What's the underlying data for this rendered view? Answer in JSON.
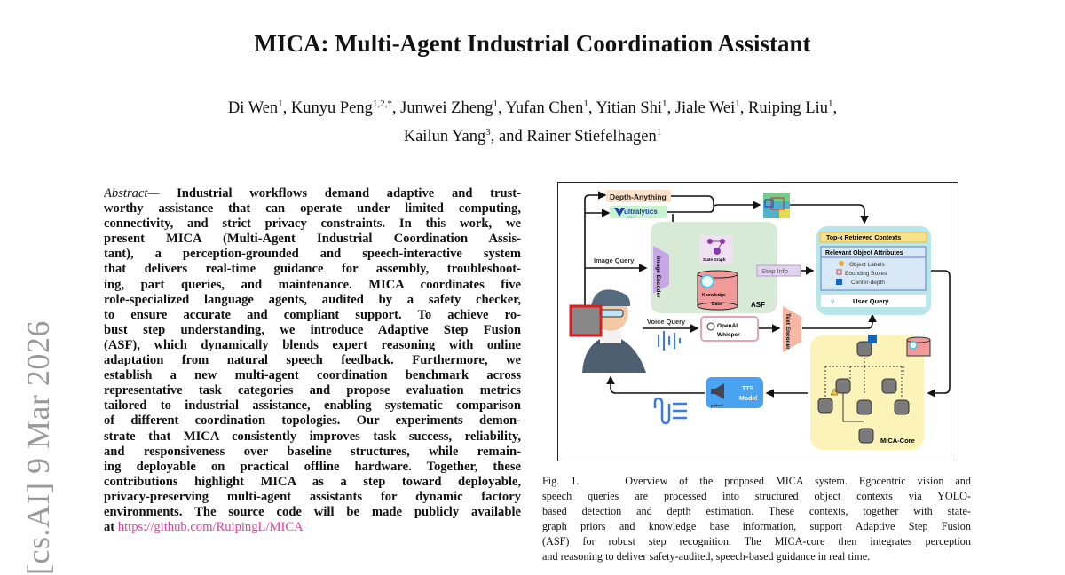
{
  "title": "MICA: Multi-Agent Industrial Coordination Assistant",
  "authors": {
    "line1": [
      {
        "name": "Di Wen",
        "sup": "1"
      },
      {
        "name": "Kunyu Peng",
        "sup": "1,2,*"
      },
      {
        "name": "Junwei Zheng",
        "sup": "1"
      },
      {
        "name": "Yufan Chen",
        "sup": "1"
      },
      {
        "name": "Yitian Shi",
        "sup": "1"
      },
      {
        "name": "Jiale Wei",
        "sup": "1"
      },
      {
        "name": "Ruiping Liu",
        "sup": "1"
      }
    ],
    "line2": [
      {
        "name": "Kailun Yang",
        "sup": "3"
      },
      {
        "name": "Rainer Stiefelhagen",
        "sup": "1"
      }
    ],
    "and": "and"
  },
  "arxiv_stamp": "[cs.AI]  9 Mar 2026",
  "abstract": {
    "label": "Abstract—",
    "lines": [
      "Industrial workflows demand adaptive and trust-",
      "worthy assistance that can operate under limited computing,",
      "connectivity, and strict privacy constraints. In this work, we",
      "present MICA (Multi-Agent Industrial Coordination Assis-",
      "tant), a perception-grounded and speech-interactive system",
      "that delivers real-time guidance for assembly, troubleshoot-",
      "ing, part queries, and maintenance. MICA coordinates five",
      "role-specialized language agents, audited by a safety checker,",
      "to ensure accurate and compliant support. To achieve ro-",
      "bust step understanding, we introduce Adaptive Step Fusion",
      "(ASF), which dynamically blends expert reasoning with online",
      "adaptation from natural speech feedback. Furthermore, we",
      "establish a new multi-agent coordination benchmark across",
      "representative task categories and propose evaluation metrics",
      "tailored to industrial assistance, enabling systematic comparison",
      "of different coordination topologies. Our experiments demon-",
      "strate that MICA consistently improves task success, reliability,",
      "and responsiveness over baseline structures, while remain-",
      "ing deployable on practical offline hardware. Together, these",
      "contributions highlight MICA as a step toward deployable,",
      "privacy-preserving multi-agent assistants for dynamic factory",
      "environments. The source code will be made publicly available"
    ],
    "link_prefix": "at",
    "link": "https://github.com/RuipingL/MICA"
  },
  "figure": {
    "depth_anything": "Depth-Anything",
    "ultralytics": "ultralytics",
    "yolo": "YOLO",
    "image_query": "Image Query",
    "image_encoder": "Image Encoder",
    "state_graph": "State Graph",
    "knowledge_base_1": "Knowledge",
    "knowledge_base_2": "Base",
    "asf": "ASF",
    "step_info": "Step Info",
    "topk": "Top-k Retrieved Contexts",
    "relevant": "Relevant Object Attributes",
    "object_labels": "Object Labels",
    "bounding_boxes": "Bounding Boxes",
    "center_depth": "Center-depth",
    "user_query": "User Query",
    "voice_query": "Voice Query",
    "openai": "OpenAI",
    "whisper": "Whisper",
    "text_encoder": "Text Encoder",
    "tts_1": "TTS",
    "tts_2": "Model",
    "pyttsx3": "pyttsx3",
    "mica_core": "MICA-Core",
    "colors": {
      "asf": "#d6ead6",
      "topk": "#b8e6ea",
      "core": "#fbf3b8",
      "tts": "#4aa3f0",
      "kb": "#f29a9a",
      "encoder": "#c9a6e8",
      "text_encoder": "#f6b6a6"
    }
  },
  "caption": {
    "label": "Fig. 1.",
    "lines": [
      "Overview of the proposed MICA system. Egocentric vision and",
      "speech queries are processed into structured object contexts via YOLO-",
      "based detection and depth estimation. These contexts, together with state-",
      "graph priors and knowledge base information, support Adaptive Step Fusion",
      "(ASF) for robust step recognition. The MICA-core then integrates perception",
      "and reasoning to deliver safety-audited, speech-based guidance in real time."
    ]
  }
}
